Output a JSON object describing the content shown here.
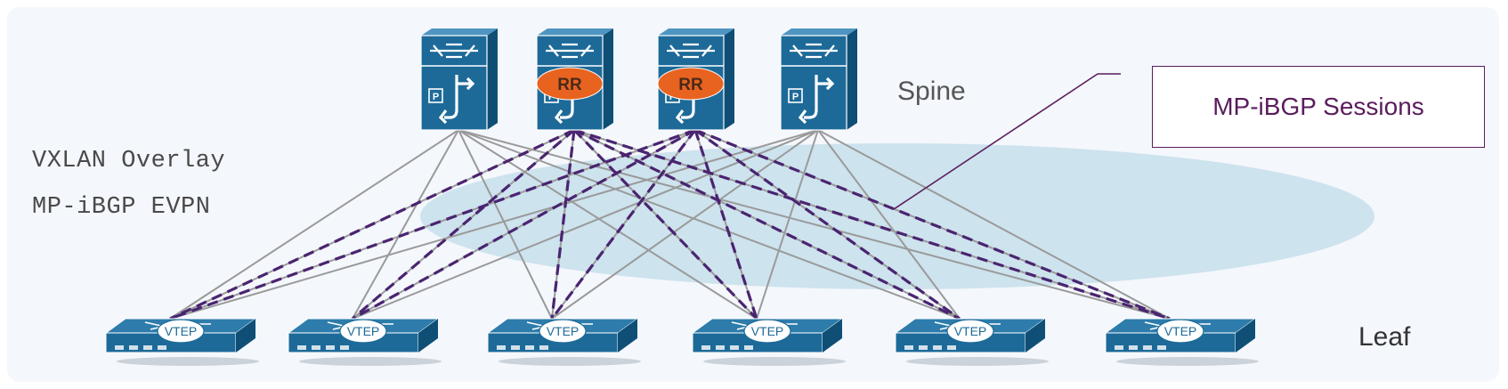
{
  "overlay": {
    "line1": "VXLAN Overlay",
    "line2": "MP-iBGP EVPN"
  },
  "labels": {
    "spine": "Spine",
    "leaf": "Leaf"
  },
  "callout": {
    "text": "MP-iBGP Sessions"
  },
  "spines": [
    {
      "type": "switch",
      "badge": ""
    },
    {
      "type": "route-reflector",
      "badge": "RR"
    },
    {
      "type": "route-reflector",
      "badge": "RR"
    },
    {
      "type": "switch",
      "badge": ""
    }
  ],
  "leaves": [
    {
      "badge": "VTEP"
    },
    {
      "badge": "VTEP"
    },
    {
      "badge": "VTEP"
    },
    {
      "badge": "VTEP"
    },
    {
      "badge": "VTEP"
    },
    {
      "badge": "VTEP"
    }
  ],
  "colors": {
    "device_blue": "#1d6a99",
    "rr_orange": "#e8631f",
    "session_purple": "#4a2470",
    "link_gray": "#9a9a9a",
    "overlay_ellipse": "#c6dfeb",
    "callout_border": "#5a1c5c"
  }
}
